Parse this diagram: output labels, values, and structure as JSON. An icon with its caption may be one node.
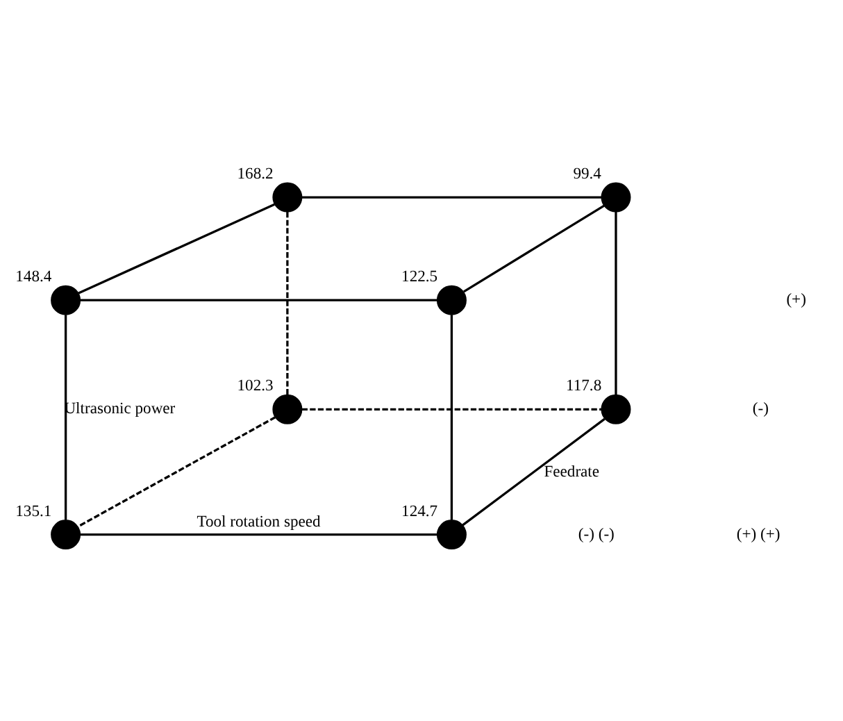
{
  "diagram": {
    "nodes": [
      {
        "text": [],
        "shape": "circle",
        "beside": [
          "168.2"
        ]
      },
      {
        "text": [],
        "shape": "circle",
        "beside": [
          "99.4"
        ]
      },
      {
        "text": [],
        "shape": "circle",
        "beside": [
          "148.4"
        ]
      },
      {
        "text": [],
        "shape": "circle",
        "beside": [
          "122.5"
        ]
      },
      {
        "text": [],
        "shape": "circle",
        "beside": [
          "102.3"
        ]
      },
      {
        "text": [],
        "shape": "circle",
        "beside": [
          "117.8"
        ]
      },
      {
        "text": [],
        "shape": "circle",
        "beside": [
          "135.1"
        ]
      },
      {
        "text": [],
        "shape": "circle",
        "beside": [
          "124.7"
        ]
      }
    ],
    "edges": [
      {
        "from": 0,
        "to": 1,
        "arrow": "none"
      },
      {
        "from": 0,
        "to": 2,
        "arrow": "none"
      },
      {
        "from": 1,
        "to": 3,
        "arrow": "none"
      },
      {
        "from": 2,
        "to": 3,
        "arrow": "none"
      },
      {
        "from": 0,
        "to": 4,
        "arrow": "none",
        "style": "dashed"
      },
      {
        "from": 1,
        "to": 5,
        "arrow": "none"
      },
      {
        "from": 2,
        "to": 6,
        "arrow": "none",
        "label": "Ultrasonic power"
      },
      {
        "from": 3,
        "to": 7,
        "arrow": "none"
      },
      {
        "from": 4,
        "to": 5,
        "arrow": "none",
        "style": "dashed"
      },
      {
        "from": 4,
        "to": 6,
        "arrow": "none",
        "style": "dashed"
      },
      {
        "from": 5,
        "to": 7,
        "arrow": "none",
        "label": "Feedrate"
      },
      {
        "from": 6,
        "to": 7,
        "arrow": "none",
        "label": "Tool rotation speed"
      }
    ],
    "labels": [
      "(+)",
      "(-)",
      "(-) (-)",
      "(+) (+)"
    ]
  }
}
